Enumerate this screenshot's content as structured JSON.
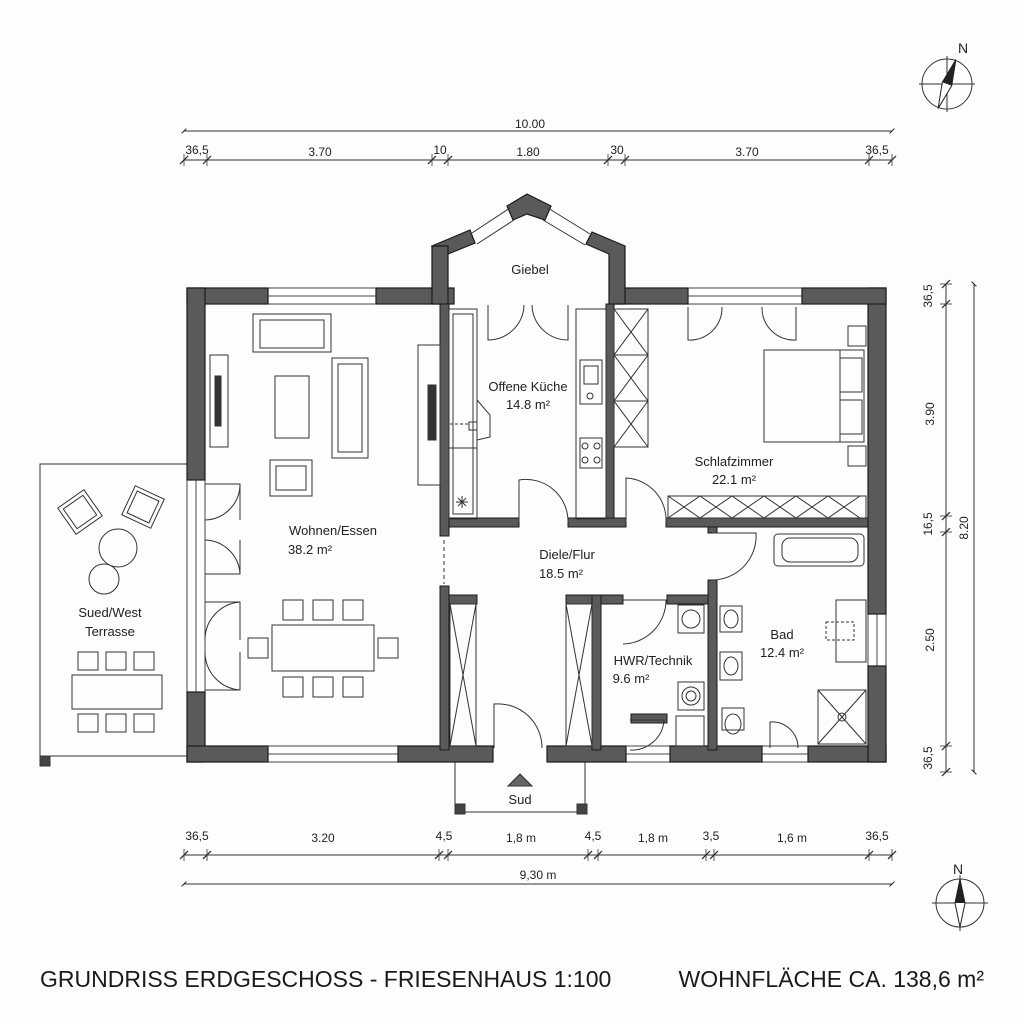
{
  "title": "GRUNDRISS ERDGESCHOSS - FRIESENHAUS 1:100",
  "living_area": "WOHNFLÄCHE CA. 138,6 m²",
  "north_label": "N",
  "entrance_label": "Sud",
  "rooms": {
    "giebel": {
      "name": "Giebel"
    },
    "kueche": {
      "name": "Offene Küche",
      "area": "14.8 m²"
    },
    "schlaf": {
      "name": "Schlafzimmer",
      "area": "22.1 m²"
    },
    "wohnen": {
      "name": "Wohnen/Essen",
      "area": "38.2 m²"
    },
    "diele": {
      "name": "Diele/Flur",
      "area": "18.5 m²"
    },
    "hwr": {
      "name": "HWR/Technik",
      "area": "9.6 m²"
    },
    "bad": {
      "name": "Bad",
      "area": "12.4 m²"
    },
    "terrasse": {
      "name_line1": "Sued/West",
      "name_line2": "Terrasse"
    }
  },
  "dims_top": {
    "overall": "10.00",
    "segments": [
      "36,5",
      "3.70",
      "10",
      "1.80",
      "30",
      "3.70",
      "36,5"
    ]
  },
  "dims_bottom": {
    "overall": "9,30 m",
    "segments": [
      "36,5",
      "3.20",
      "4,5",
      "1,8 m",
      "4,5",
      "1,8 m",
      "3,5",
      "1,6 m",
      "36,5"
    ]
  },
  "dims_right": {
    "overall": "8.20",
    "segments": [
      "36,5",
      "3.90",
      "16,5",
      "2.50",
      "36,5"
    ]
  },
  "colors": {
    "wall": "#5a5a5a",
    "line": "#333333",
    "paper": "#fdfdfb"
  }
}
